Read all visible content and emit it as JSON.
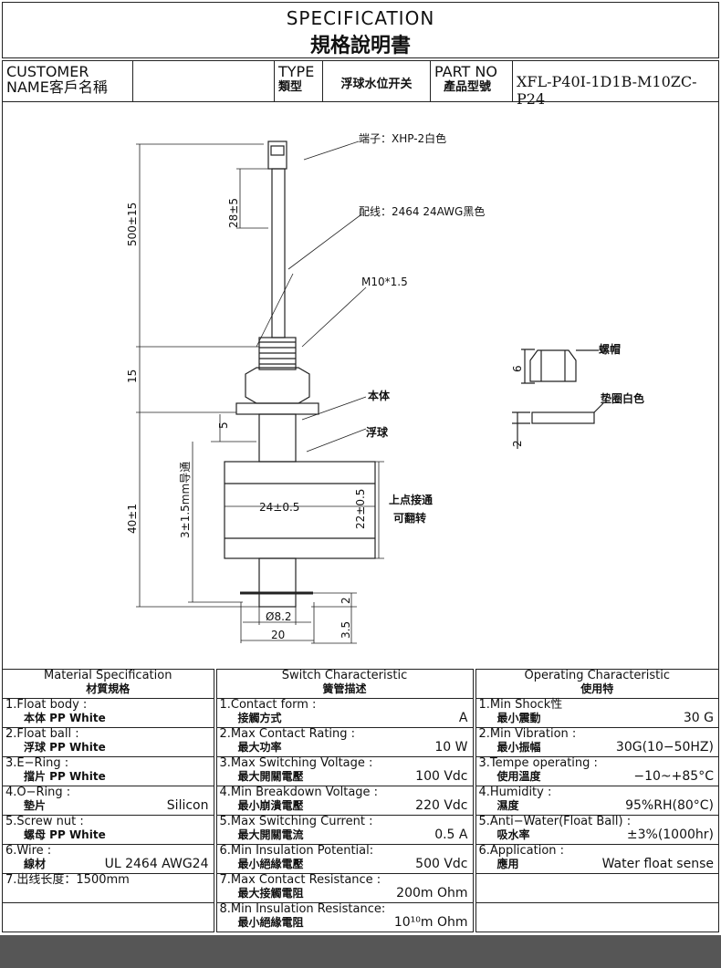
{
  "title": {
    "en": "SPECIFICATION",
    "zh": "規格說明書"
  },
  "header": {
    "customer_label": "CUSTOMER",
    "customer_label2": "NAME客戶名稱",
    "customer_value": "",
    "type_label": "TYPE",
    "type_label2": "類型",
    "type_value": "浮球水位开关",
    "part_label": "PART NO",
    "part_label2": "產品型號",
    "part_value": "XFL-P40I-1D1B-M10ZC-P24"
  },
  "drawing": {
    "terminal": "端子：XHP-2白色",
    "wire": "配线：2464 24AWG黑色",
    "thread": "M10*1.5",
    "body": "本体",
    "float": "浮球",
    "contact1": "上点接通",
    "contact2": "可翻转",
    "nut": "螺帽",
    "washer": "垫圈白色",
    "dim_500": "500±15",
    "dim_28": "28±5",
    "dim_15": "15",
    "dim_5": "5",
    "dim_40": "40±1",
    "dim_3": "3±1.5mm导通",
    "dim_24": "24±0.5",
    "dim_22": "22±0.5",
    "dim_d82": "Ø8.2",
    "dim_20": "20",
    "dim_35": "3.5",
    "dim_2b": "2",
    "dim_6": "6",
    "dim_2": "2"
  },
  "table": {
    "headers": [
      {
        "en": "Material Specification",
        "zh": "材質規格"
      },
      {
        "en": "Switch Characteristic",
        "zh": "簧管描述"
      },
      {
        "en": "Operating Characteristic",
        "zh": "使用特"
      }
    ],
    "rows": [
      [
        {
          "en": "1.Float body :",
          "zh": "本体  PP   White",
          "v": ""
        },
        {
          "en": "1.Contact form :",
          "zh": "接觸方式",
          "v": "A"
        },
        {
          "en": "1.Min Shock性",
          "zh": "最小震動",
          "v": "30 G"
        }
      ],
      [
        {
          "en": "2.Float ball :",
          "zh": "浮球  PP   White",
          "v": ""
        },
        {
          "en": "2.Max Contact Rating :",
          "zh": "最大功率",
          "v": "10 W"
        },
        {
          "en": "2.Min Vibration :",
          "zh": "最小振幅",
          "v": "30G(10−50HZ)"
        }
      ],
      [
        {
          "en": "3.E−Ring :",
          "zh": "擋片  PP   White",
          "v": ""
        },
        {
          "en": "3.Max Switching Voltage :",
          "zh": "最大開關電壓",
          "v": "100 Vdc"
        },
        {
          "en": "3.Tempe operating :",
          "zh": "使用溫度",
          "v": "−10~+85°C"
        }
      ],
      [
        {
          "en": "4.O−Ring :",
          "zh": "墊片",
          "v": "Silicon"
        },
        {
          "en": "4.Min Breakdown Voltage :",
          "zh": "最小崩潰電壓",
          "v": "220 Vdc"
        },
        {
          "en": "4.Humidity :",
          "zh": "濕度",
          "v": "95%RH(80°C)"
        }
      ],
      [
        {
          "en": "5.Screw nut :",
          "zh": "螺母  PP   White",
          "v": ""
        },
        {
          "en": "5.Max Switching Current :",
          "zh": "最大開關電流",
          "v": "0.5 A"
        },
        {
          "en": "5.Anti−Water(Float Ball) :",
          "zh": "吸水率",
          "v": "±3%(1000hr)"
        }
      ],
      [
        {
          "en": "6.Wire :",
          "zh": "線材",
          "v": "UL 2464 AWG24"
        },
        {
          "en": "6.Min Insulation Potential:",
          "zh": "最小絕緣電壓",
          "v": "500 Vdc"
        },
        {
          "en": "6.Application :",
          "zh": "應用",
          "v": "Water float sense"
        }
      ],
      [
        {
          "en": "7.出线长度：1500mm",
          "zh": "",
          "v": ""
        },
        {
          "en": "7.Max Contact Resistance :",
          "zh": "最大接觸電阻",
          "v": "200m Ohm"
        },
        {
          "en": "",
          "zh": "",
          "v": ""
        }
      ],
      [
        {
          "en": "",
          "zh": "",
          "v": ""
        },
        {
          "en": "8.Min Insulation Resistance:",
          "zh": "最小絕緣電阻",
          "v": "10¹⁰m Ohm"
        },
        {
          "en": "",
          "zh": "",
          "v": ""
        }
      ]
    ]
  }
}
